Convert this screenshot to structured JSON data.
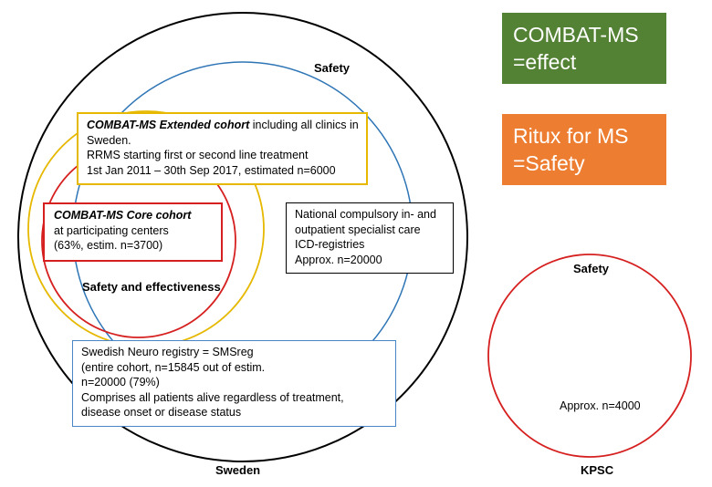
{
  "colors": {
    "sweden_circle": "#000000",
    "safety_circle": "#2e75b6",
    "extended_circle": "#e6b800",
    "core_circle": "#d62020",
    "kpsc_circle": "#d62020",
    "combat_badge": "#548235",
    "ritux_badge": "#ed7d31"
  },
  "labels": {
    "safety_top": "Safety",
    "safety_effectiveness": "Safety and effectiveness",
    "sweden": "Sweden",
    "kpsc_safety": "Safety",
    "kpsc_count": "Approx. n=4000",
    "kpsc": "KPSC"
  },
  "extended_box": {
    "title_italic": "COMBAT-MS Extended cohort",
    "title_rest": " including all clinics in",
    "line2": "Sweden.",
    "line3": "RRMS starting first or second line treatment",
    "line4": "1st Jan 2011 – 30th Sep 2017, estimated n=6000"
  },
  "core_box": {
    "title_italic": "COMBAT-MS Core cohort",
    "line2": "at participating centers",
    "line3": "(63%, estim. n=3700)"
  },
  "national_box": {
    "line1": "National compulsory in- and",
    "line2": "outpatient  specialist care",
    "line3": "ICD-registries",
    "line4": "Approx. n=20000"
  },
  "smsreg_box": {
    "line1": "Swedish Neuro registry = SMSreg",
    "line2": "(entire cohort, n=15845 out of estim.",
    "line3": "n=20000 (79%)",
    "line4": "Comprises all patients alive regardless of treatment,",
    "line5": "disease onset or disease status"
  },
  "badges": {
    "combat_line1": "COMBAT-MS",
    "combat_line2": "=effect",
    "ritux_line1": "Ritux for MS",
    "ritux_line2": "=Safety"
  }
}
